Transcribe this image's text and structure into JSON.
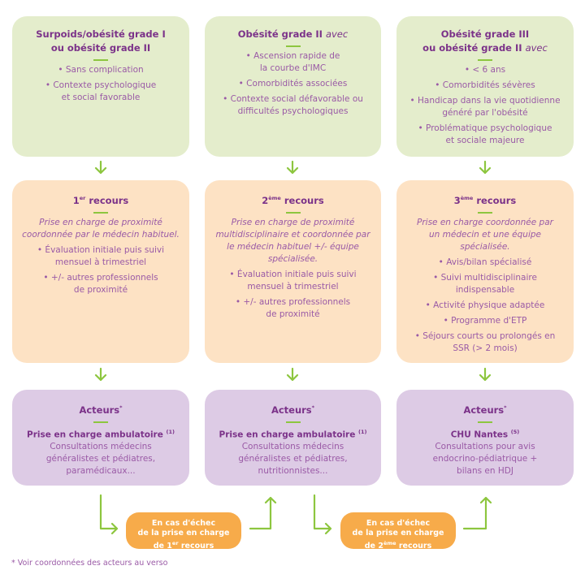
{
  "colors": {
    "green_box": "#e4edcc",
    "orange_box": "#fde2c4",
    "purple_box": "#ddcbe5",
    "accent": "#8dc63f",
    "text": "#7b3289",
    "pill": "#f7ab4a"
  },
  "columns": [
    {
      "criteria": {
        "title_lines": [
          "Surpoids/obésité grade I",
          "ou obésité grade II"
        ],
        "title_italic": "",
        "items": [
          "• Sans complication",
          "• Contexte psychologique et social favorable"
        ]
      },
      "recours": {
        "ordinal": "1",
        "sup": "er",
        "label": "recours",
        "lead": "Prise en charge de proximité coordonnée par le médecin habituel.",
        "items": [
          "• Évaluation initiale puis suivi mensuel à trimestriel",
          "• +/- autres professionnels de proximité"
        ]
      },
      "acteurs": {
        "title": "Acteurs",
        "title_sup": "*",
        "org": "Prise en charge ambulatoire",
        "org_sup": "(1)",
        "desc": "Consultations médecins généralistes et pédiatres, paramédicaux..."
      }
    },
    {
      "criteria": {
        "title_lines": [
          "Obésité grade II"
        ],
        "title_italic": "avec",
        "items": [
          "• Ascension rapide de la courbe d'IMC",
          "• Comorbidités associées",
          "• Contexte social défavorable ou difficultés psychologiques"
        ]
      },
      "recours": {
        "ordinal": "2",
        "sup": "ème",
        "label": "recours",
        "lead": "Prise en charge de proximité multidisciplinaire et coordonnée par le médecin habituel +/- équipe spécialisée.",
        "items": [
          "• Évaluation initiale puis suivi mensuel à trimestriel",
          "• +/- autres professionnels de proximité"
        ]
      },
      "acteurs": {
        "title": "Acteurs",
        "title_sup": "*",
        "org": "Prise en charge ambulatoire",
        "org_sup": "(1)",
        "desc": "Consultations médecins généralistes et pédiatres, nutritionnistes..."
      }
    },
    {
      "criteria": {
        "title_lines": [
          "Obésité grade III",
          "ou obésité grade II"
        ],
        "title_italic": "avec",
        "items": [
          "• < 6 ans",
          "• Comorbidités sévères",
          "• Handicap dans la vie quotidienne généré par l'obésité",
          "• Problématique psychologique et sociale majeure"
        ]
      },
      "recours": {
        "ordinal": "3",
        "sup": "ème",
        "label": "recours",
        "lead": "Prise en charge coordonnée par un médecin et une équipe spécialisée.",
        "items": [
          "• Avis/bilan spécialisé",
          "• Suivi multidisciplinaire indispensable",
          "• Activité physique adaptée",
          "• Programme d'ETP",
          "• Séjours courts ou prolongés en SSR (> 2 mois)"
        ]
      },
      "acteurs": {
        "title": "Acteurs",
        "title_sup": "*",
        "org": "CHU Nantes",
        "org_sup": "(5)",
        "desc": "Consultations pour avis endocrino-pédiatrique + bilans en HDJ"
      }
    }
  ],
  "escalations": [
    {
      "line1": "En cas d'échec",
      "line2": "de la prise en charge",
      "line3_pre": "de ",
      "ordinal": "1",
      "sup": "er",
      "line3_post": " recours"
    },
    {
      "line1": "En cas d'échec",
      "line2": "de la prise en charge",
      "line3_pre": "de ",
      "ordinal": "2",
      "sup": "ème",
      "line3_post": " recours"
    }
  ],
  "footnote": "* Voir coordonnées des acteurs au verso"
}
